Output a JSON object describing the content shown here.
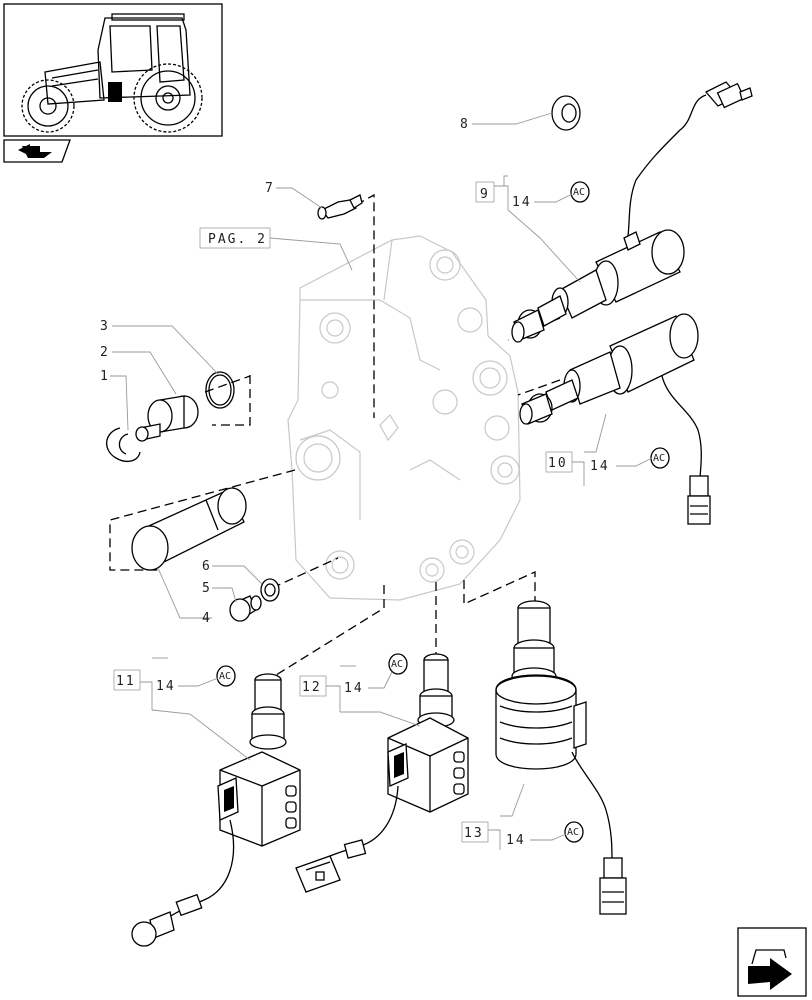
{
  "reference_label": "PAG. 2",
  "callouts": {
    "c1": "1",
    "c2": "2",
    "c3": "3",
    "c4": "4",
    "c5": "5",
    "c6": "6",
    "c7": "7",
    "c8": "8",
    "c9": "9",
    "c10": "10",
    "c11": "11",
    "c12": "12",
    "c13": "13",
    "c14": "14"
  },
  "seal_kit_code": "AC",
  "icons": {
    "thumbnail": "tractor-icon",
    "section": "book-arrow-icon",
    "next_page": "next-page-arrow-icon"
  }
}
